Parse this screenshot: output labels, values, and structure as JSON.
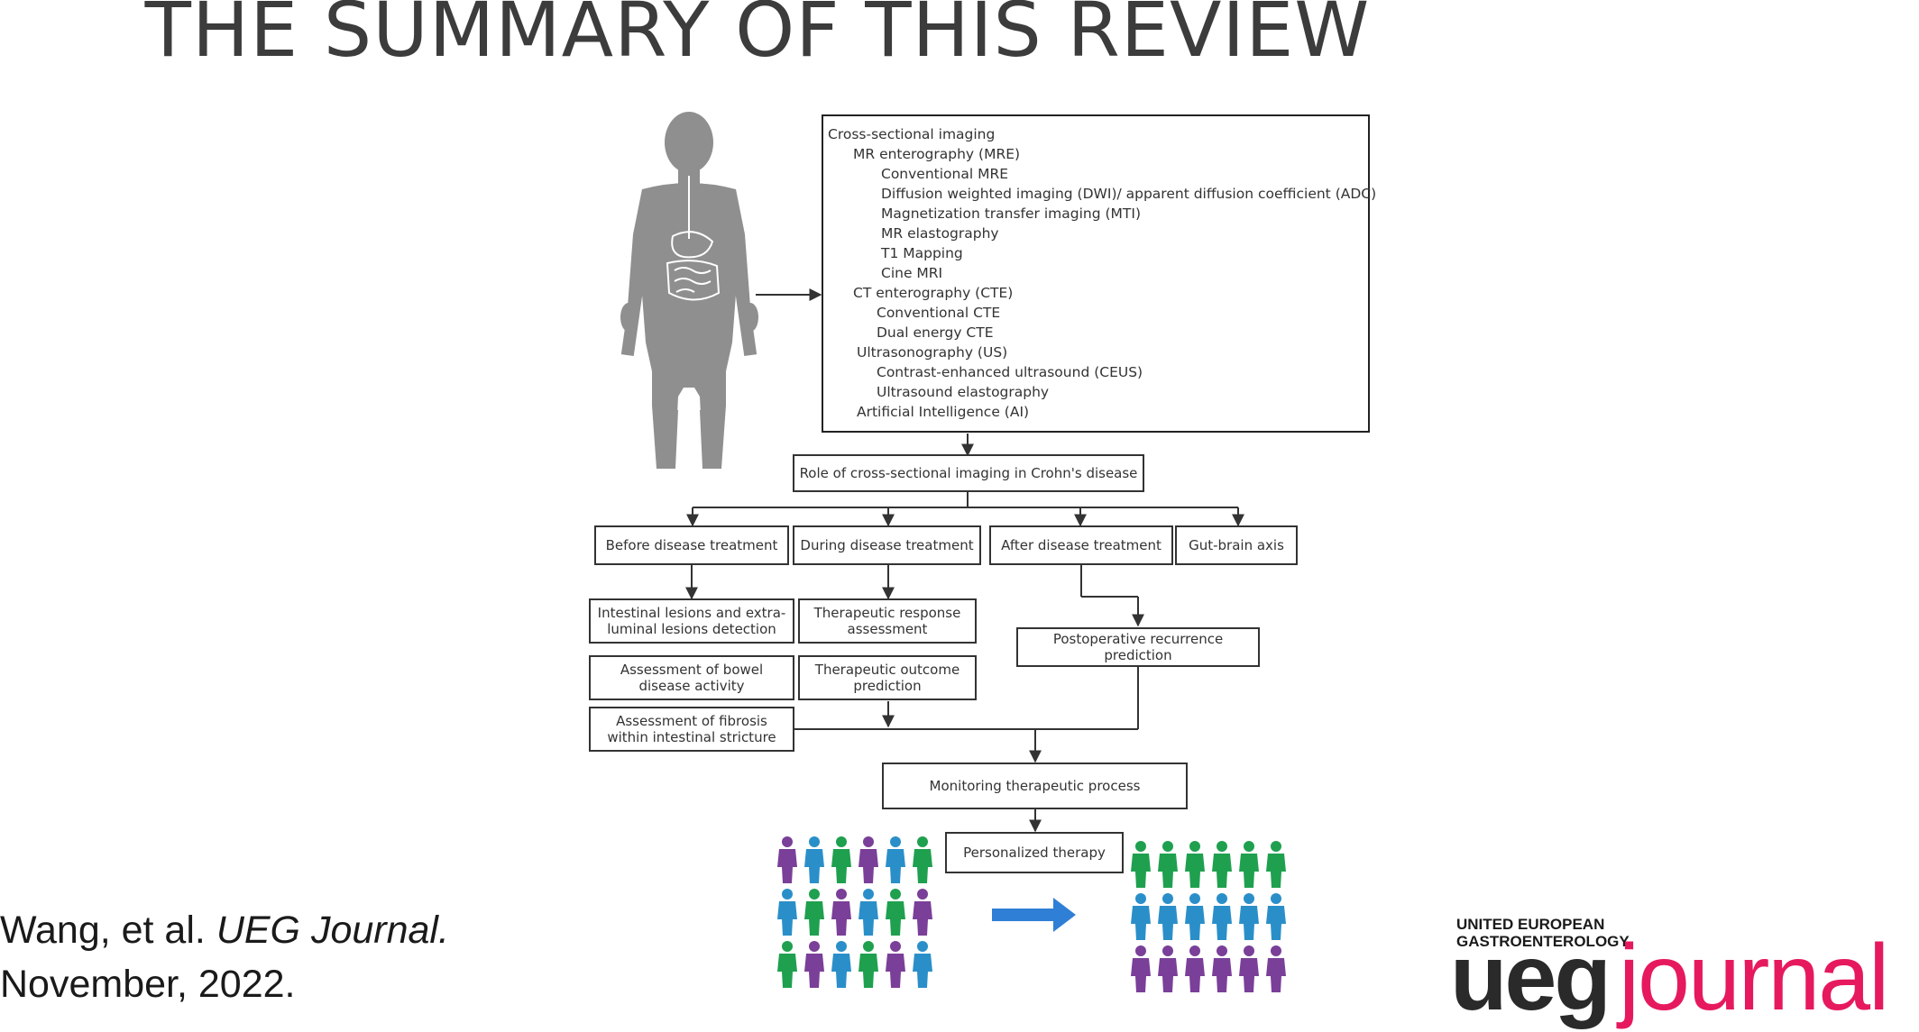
{
  "title": "THE SUMMARY OF THIS REVIEW",
  "imaging_box": [
    {
      "text": "Cross-sectional imaging",
      "level": 0
    },
    {
      "text": "MR enterography (MRE)",
      "level": 1
    },
    {
      "text": "Conventional MRE",
      "level": 2
    },
    {
      "text": "Diffusion weighted imaging (DWI)/ apparent diffusion coefficient (ADC)",
      "level": 2
    },
    {
      "text": "Magnetization transfer imaging (MTI)",
      "level": 2
    },
    {
      "text": "MR elastography",
      "level": 2
    },
    {
      "text": "T1 Mapping",
      "level": 2
    },
    {
      "text": "Cine MRI",
      "level": 2
    },
    {
      "text": "CT enterography (CTE)",
      "level": 1
    },
    {
      "text": "Conventional CTE",
      "level": 3
    },
    {
      "text": "Dual energy CTE",
      "level": 3
    },
    {
      "text": "Ultrasonography (US)",
      "level": 4
    },
    {
      "text": "Contrast-enhanced ultrasound (CEUS)",
      "level": 3
    },
    {
      "text": "Ultrasound elastography",
      "level": 3
    },
    {
      "text": "Artificial Intelligence (AI)",
      "level": 4
    }
  ],
  "nodes": {
    "role": [
      "Role of cross-sectional imaging in Crohn's disease"
    ],
    "before": [
      "Before disease treatment"
    ],
    "during": [
      "During disease treatment"
    ],
    "after": [
      "After disease treatment"
    ],
    "gut": [
      "Gut-brain axis"
    ],
    "lesions": [
      "Intestinal lesions and extra-",
      "luminal lesions detection"
    ],
    "activity": [
      "Assessment of bowel",
      "disease activity"
    ],
    "fibrosis": [
      "Assessment of fibrosis",
      "within intestinal stricture"
    ],
    "response": [
      "Therapeutic response",
      "assessment"
    ],
    "outcome": [
      "Therapeutic outcome",
      "prediction"
    ],
    "postop": [
      "Postoperative recurrence",
      "prediction"
    ],
    "monitoring": [
      "Monitoring therapeutic process"
    ],
    "personalized": [
      "Personalized therapy"
    ]
  },
  "people_colors": {
    "purple": "#7a3f98",
    "blue": "#2a8fc9",
    "green": "#1fa04f"
  },
  "people_left": [
    [
      "purple",
      "blue",
      "green",
      "purple",
      "blue",
      "green"
    ],
    [
      "blue",
      "green",
      "purple",
      "blue",
      "green",
      "purple"
    ],
    [
      "green",
      "purple",
      "blue",
      "green",
      "purple",
      "blue"
    ]
  ],
  "people_right": [
    [
      "green",
      "green",
      "green",
      "green",
      "green",
      "green"
    ],
    [
      "blue",
      "blue",
      "blue",
      "blue",
      "blue",
      "blue"
    ],
    [
      "purple",
      "purple",
      "purple",
      "purple",
      "purple",
      "purple"
    ]
  ],
  "arrow_color": "#2f7fd6",
  "citation": {
    "authors": "Wang, et al.",
    "journal": "UEG Journal.",
    "date": "November, 2022."
  },
  "logo": {
    "line1": "UNITED EUROPEAN",
    "line2": "GASTROENTEROLOGY",
    "word1": "ueg",
    "word2": "journal",
    "accent": "#e6195f"
  }
}
